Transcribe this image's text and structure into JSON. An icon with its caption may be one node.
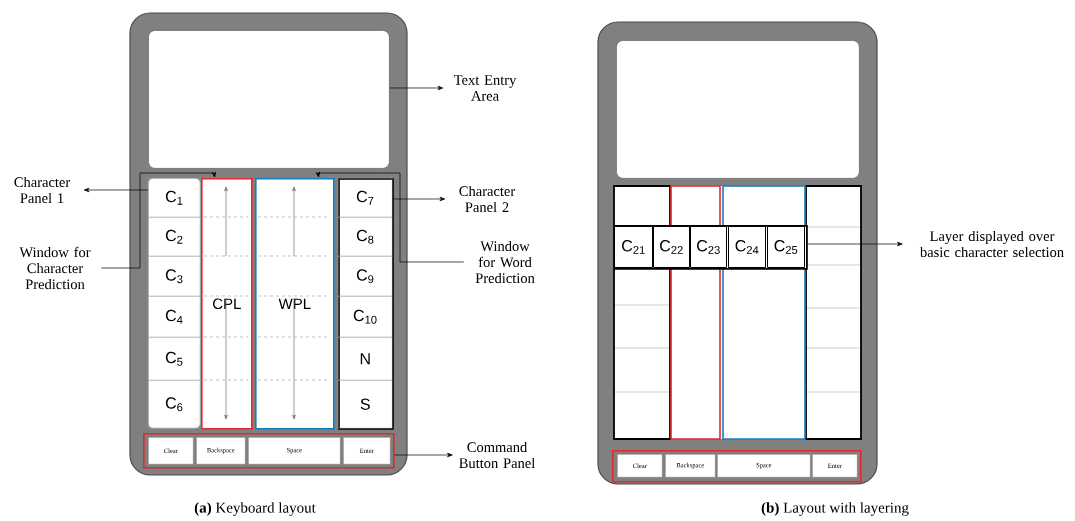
{
  "diagram": {
    "nodes": [
      {
        "text": [],
        "shape": "box"
      },
      {
        "text": [
          "Text Entry Area"
        ]
      },
      {
        "text": [],
        "shape": "box"
      },
      {
        "text": [
          "Character Panel 1"
        ]
      },
      {
        "text": [
          "C$_{1}$"
        ],
        "in": 2
      },
      {
        "text": [
          "C$_{2}$"
        ],
        "in": 2
      },
      {
        "text": [
          "C$_{3}$"
        ],
        "in": 2
      },
      {
        "text": [
          "C$_{4}$"
        ],
        "in": 2
      },
      {
        "text": [
          "C$_{5}$"
        ],
        "in": 2
      },
      {
        "text": [
          "C$_{6}$"
        ],
        "in": 2
      },
      {
        "text": [
          "CPL"
        ]
      },
      {
        "text": [
          "WPL"
        ]
      },
      {
        "text": [
          "Window for Character Prediction"
        ]
      },
      {
        "text": [
          "Window for Word Prediction"
        ]
      },
      {
        "text": [],
        "shape": "box"
      },
      {
        "text": [
          "C$_{7}$"
        ],
        "in": 14
      },
      {
        "text": [
          "C$_{8}$"
        ],
        "in": 14
      },
      {
        "text": [
          "C$_{9}$"
        ],
        "in": 14
      },
      {
        "text": [
          "C$_{10}$"
        ],
        "in": 14
      },
      {
        "text": [
          "N"
        ],
        "in": 14
      },
      {
        "text": [
          "S"
        ],
        "in": 14
      },
      {
        "text": [
          "Character Panel 2"
        ]
      },
      {
        "text": [],
        "shape": "box"
      },
      {
        "text": [
          "Clear"
        ],
        "in": 22
      },
      {
        "text": [
          "Backspace"
        ],
        "in": 22
      },
      {
        "text": [
          "Space"
        ],
        "in": 22
      },
      {
        "text": [
          "Enter"
        ],
        "in": 22
      },
      {
        "text": [
          "Command Button Panel"
        ]
      },
      {
        "text": [],
        "shape": "box"
      },
      {
        "text": [],
        "shape": "box"
      },
      {
        "text": [
          "C$_{21}$"
        ],
        "in": 29
      },
      {
        "text": [
          "C$_{22}$"
        ],
        "in": 29
      },
      {
        "text": [
          "C$_{23}$"
        ],
        "in": 29
      },
      {
        "text": [
          "C$_{24}$"
        ],
        "in": 29
      },
      {
        "text": [
          "C$_{25}$"
        ],
        "in": 29
      },
      {
        "text": [
          "Layer displayed over basic character selection"
        ]
      },
      {
        "text": [],
        "shape": "box"
      },
      {
        "text": [
          "Clear"
        ],
        "in": 36
      },
      {
        "text": [
          "Backspace"
        ],
        "in": 36
      },
      {
        "text": [
          "Space"
        ],
        "in": 36
      },
      {
        "text": [
          "Enter"
        ],
        "in": 36
      }
    ],
    "edges": [
      {
        "from": 0,
        "to": 1,
        "arrow": "to"
      },
      {
        "from": 2,
        "to": 3,
        "arrow": "to"
      },
      {
        "from": 12,
        "to": 10,
        "arrow": "to"
      },
      {
        "from": 13,
        "to": 11,
        "arrow": "to"
      },
      {
        "from": 14,
        "to": 21,
        "arrow": "to"
      },
      {
        "from": 22,
        "to": 27,
        "arrow": "to"
      },
      {
        "from": 29,
        "to": 35,
        "arrow": "to"
      }
    ],
    "labels": [
      "**(a)** Keyboard layout",
      "**(b)** Layout with layering"
    ]
  }
}
